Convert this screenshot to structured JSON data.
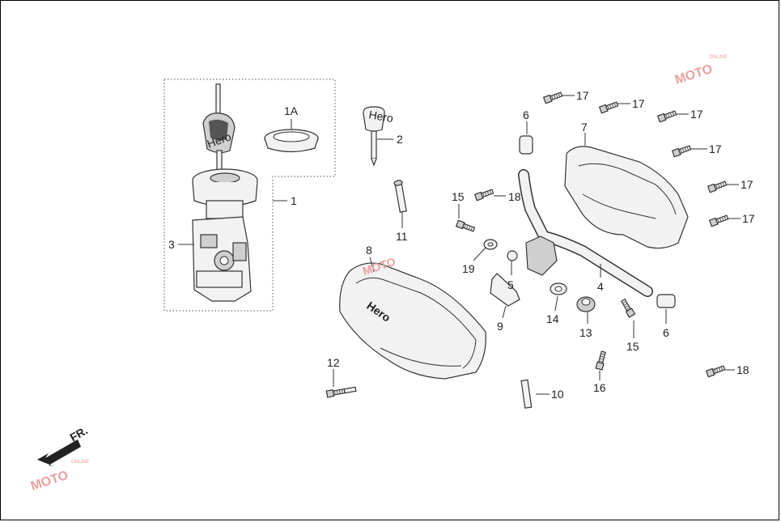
{
  "diagram": {
    "part_labels": {
      "p1": "1",
      "p1a": "1A",
      "p2": "2",
      "p3": "3",
      "p4": "4",
      "p5": "5",
      "p6a": "6",
      "p6b": "6",
      "p7": "7",
      "p8": "8",
      "p9": "9",
      "p10": "10",
      "p11": "11",
      "p12": "12",
      "p13": "13",
      "p14": "14",
      "p15a": "15",
      "p15b": "15",
      "p16": "16",
      "p17a": "17",
      "p17b": "17",
      "p17c": "17",
      "p17d": "17",
      "p17e": "17",
      "p17f": "17",
      "p18a": "18",
      "p18b": "18",
      "p19": "19"
    },
    "key_brand": "Hero",
    "cover_brand": "Hero",
    "front_marker": "FR.",
    "watermark": "MOTO",
    "watermark_sub": "ONLINE"
  }
}
